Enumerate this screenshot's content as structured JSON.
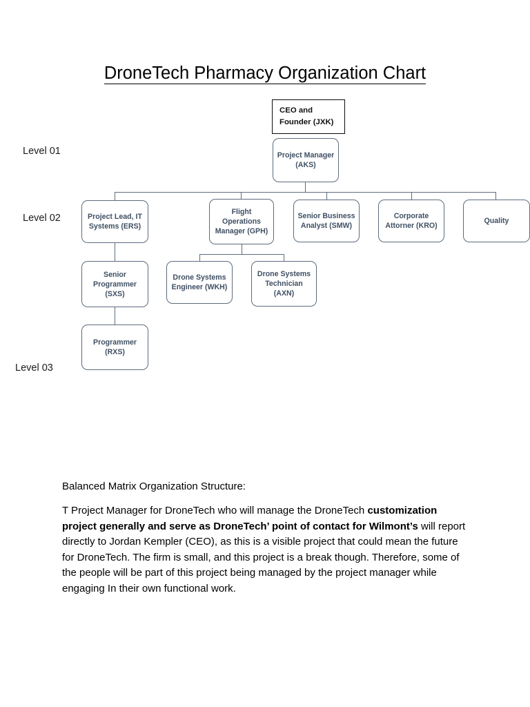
{
  "document": {
    "title": "DroneTech Pharmacy Organization Chart"
  },
  "level_labels": [
    {
      "text": "Level 01"
    },
    {
      "text": "Level 02"
    },
    {
      "text": "Level 03"
    }
  ],
  "org_chart": {
    "ceo": {
      "line1": "CEO and",
      "line2_bold": "Founder",
      "line2_code": " (JXK)"
    },
    "project_manager": "Project Manager (AKS)",
    "level2": [
      {
        "label": "Project Lead, IT Systems (ERS)"
      },
      {
        "label": "Flight Operations Manager (GPH)"
      },
      {
        "label": "Senior Business Analyst (SMW)"
      },
      {
        "label": "Corporate Attorner (KRO)"
      },
      {
        "label": "Quality"
      }
    ],
    "level3": [
      {
        "label": "Senior Programmer (SXS)"
      },
      {
        "label": "Drone Systems Engineer (WKH)"
      },
      {
        "label": "Drone Systems Technician (AXN)"
      }
    ],
    "level4": [
      {
        "label": "Programmer (RXS)"
      }
    ],
    "colors": {
      "node_border": "#5c6b7d",
      "node_text": "#3f4f63",
      "ceo_border": "#0a0a0a",
      "ceo_text": "#111111"
    }
  },
  "body": {
    "heading": "Balanced Matrix Organization Structure:",
    "paragraph_part1": "T Project Manager for DroneTech who will manage the DroneTech ",
    "paragraph_bold": "customization project generally and serve as DroneTech’ point of contact for Wilmont’s",
    "paragraph_part2": " will report directly to Jordan Kempler (CEO), as this is a visible project that could mean the future for DroneTech. The firm is small, and this project is a break though. Therefore, some of the people will be part of this project being managed by the project manager while engaging In their own functional work."
  }
}
